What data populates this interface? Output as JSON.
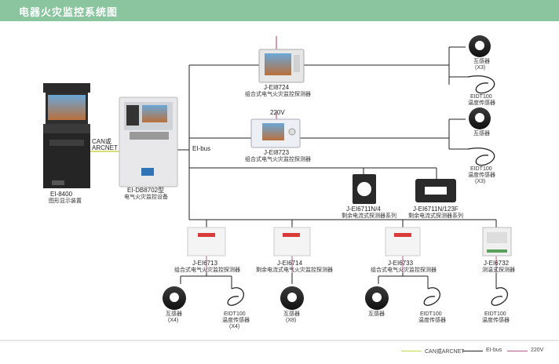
{
  "header": {
    "title": "电器火灾监控系统图"
  },
  "colors": {
    "banner": "#8bc5a0",
    "bus": "#222222",
    "can": "#c8d44a",
    "power": "#b45a8a"
  },
  "devices": {
    "display": {
      "model": "EI-8400",
      "name": "图形显示装置"
    },
    "host": {
      "model": "EI-DB8702型",
      "name": "电气火灾监控设备"
    },
    "can_label_1": "CAN或",
    "can_label_2": "ARCNET",
    "bus_label": "EI-bus",
    "d8724": {
      "model": "J-EI8724",
      "name": "组合式电气火灾监控探测器"
    },
    "d8723": {
      "model": "J-EI8723",
      "name": "组合式电气火灾监控探测器",
      "power": "220V"
    },
    "d6711n4": {
      "model": "J-EI6711N/4",
      "name": "剩余电流式探测器系列"
    },
    "d6711n123f": {
      "model": "J-EI6711N/123F",
      "name": "剩余电流式探测器系列"
    },
    "d6713": {
      "model": "J-EI6713",
      "name": "组合式电气火灾监控探测器"
    },
    "d6714": {
      "model": "J-EI6714",
      "name": "剩余电流式电气火灾监控探测器"
    },
    "d6733": {
      "model": "J-EI6733",
      "name": "组合式电气火灾监控探测器"
    },
    "d6732": {
      "model": "J-EI6732",
      "name": "测温式探测器"
    }
  },
  "sensors": {
    "ct_a": {
      "name": "互感器",
      "qty": "(X3)"
    },
    "temp_a": {
      "model": "EIDT100",
      "name": "温度传感器"
    },
    "ct_b": {
      "name": "互感器"
    },
    "temp_b": {
      "model": "EIDT100",
      "name": "温度传感器",
      "qty": "(X3)"
    },
    "ct_6713": {
      "name": "互感器",
      "qty": "(X4)"
    },
    "temp_6713": {
      "model": "EIDT100",
      "name": "温度传感器",
      "qty": "(X4)"
    },
    "ct_6714": {
      "name": "互感器",
      "qty": "(X8)"
    },
    "ct_6733": {
      "name": "互感器"
    },
    "temp_6733": {
      "model": "EIDT100",
      "name": "温度传感器"
    },
    "temp_6732": {
      "model": "EIDT100",
      "name": "温度传感器"
    }
  },
  "legend": {
    "can": "CAN或ARCNET",
    "bus": "EI-bus",
    "power": "220V"
  }
}
